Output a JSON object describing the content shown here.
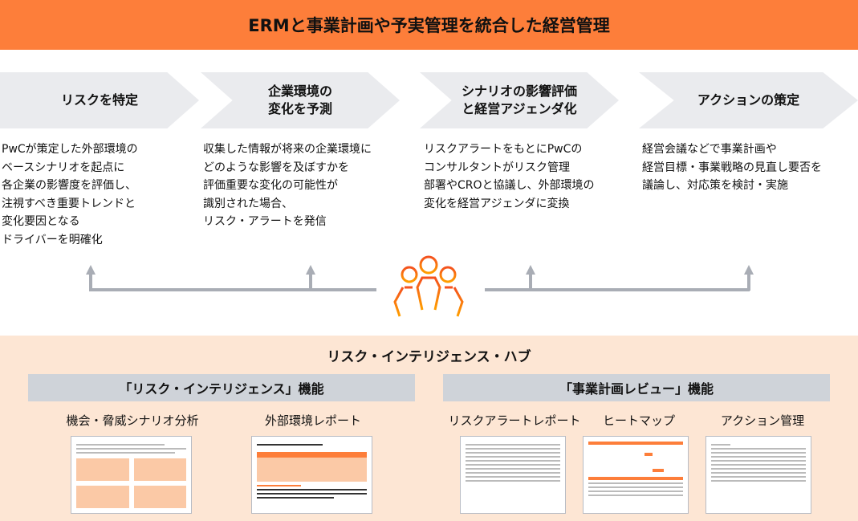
{
  "header": {
    "title": "ERMと事業計画や予実管理を統合した経営管理"
  },
  "steps": [
    {
      "title": "リスクを特定",
      "desc": "PwCが策定した外部環境の\nベースシナリオを起点に\n各企業の影響度を評価し、\n注視すべき重要トレンドと\n変化要因となる\nドライバーを明確化"
    },
    {
      "title": "企業環境の\n変化を予測",
      "desc": "収集した情報が将来の企業環境に\nどのような影響を及ぼすかを\n評価重要な変化の可能性が\n識別された場合、\nリスク・アラートを発信"
    },
    {
      "title": "シナリオの影響評価\nと経営アジェンダ化",
      "desc": "リスクアラートをもとにPwCの\nコンサルタントがリスク管理\n部署やCROと協議し、外部環境の\n変化を経営アジェンダに変換"
    },
    {
      "title": "アクションの策定",
      "desc": "経営会議などで事業計画や\n経営目標・事業戦略の見直し要否を\n議論し、対応策を検討・実施"
    }
  ],
  "hub": {
    "title": "リスク・インテリジェンス・ハブ",
    "groups": [
      {
        "title": "「リスク・インテリジェンス」機能",
        "items": [
          "機会・脅威シナリオ分析",
          "外部環境レポート"
        ]
      },
      {
        "title": "「事業計画レビュー」機能",
        "items": [
          "リスクアラートレポート",
          "ヒートマップ",
          "アクション管理"
        ]
      }
    ]
  },
  "colors": {
    "accent": "#fd7e3a",
    "chevron": "#eaebee",
    "hub_bg": "#fde6d4",
    "bar": "#cfd3d9",
    "arrow": "#a9adb5"
  }
}
